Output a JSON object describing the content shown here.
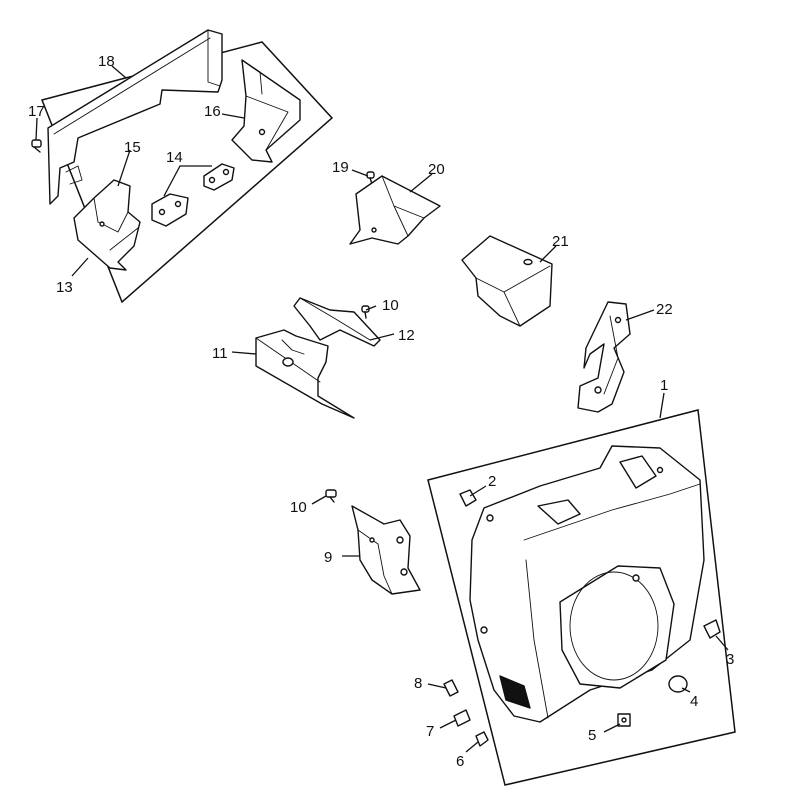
{
  "diagram": {
    "callouts": [
      {
        "id": "c1",
        "label": "1"
      },
      {
        "id": "c2",
        "label": "2"
      },
      {
        "id": "c3",
        "label": "3"
      },
      {
        "id": "c4",
        "label": "4"
      },
      {
        "id": "c5",
        "label": "5"
      },
      {
        "id": "c6",
        "label": "6"
      },
      {
        "id": "c7",
        "label": "7"
      },
      {
        "id": "c8",
        "label": "8"
      },
      {
        "id": "c9",
        "label": "9"
      },
      {
        "id": "c10a",
        "label": "10"
      },
      {
        "id": "c10b",
        "label": "10"
      },
      {
        "id": "c11",
        "label": "11"
      },
      {
        "id": "c12",
        "label": "12"
      },
      {
        "id": "c13",
        "label": "13"
      },
      {
        "id": "c14",
        "label": "14"
      },
      {
        "id": "c15",
        "label": "15"
      },
      {
        "id": "c16",
        "label": "16"
      },
      {
        "id": "c17",
        "label": "17"
      },
      {
        "id": "c18",
        "label": "18"
      },
      {
        "id": "c19",
        "label": "19"
      },
      {
        "id": "c20",
        "label": "20"
      },
      {
        "id": "c21",
        "label": "21"
      },
      {
        "id": "c22",
        "label": "22"
      }
    ]
  }
}
